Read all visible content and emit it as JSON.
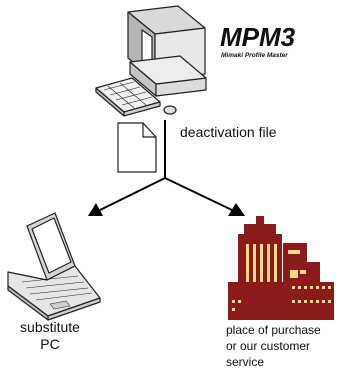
{
  "logo": {
    "text": "MPM3",
    "tagline": "Mimaki Profile Master"
  },
  "labels": {
    "deactivation_file": "deactivation file",
    "substitute_pc": [
      "substitute",
      "PC"
    ],
    "place_of_purchase": [
      "place of purchase",
      "or our customer",
      "service"
    ]
  },
  "icons": {
    "desktop": "desktop-computer-icon",
    "document": "document-icon",
    "laptop": "laptop-icon",
    "building": "office-building-icon"
  },
  "colors": {
    "building": "#8b1a1a",
    "building_window": "#f2d98c",
    "logo": "#111111",
    "logo_accent": "#7fd400",
    "line": "#000000"
  }
}
